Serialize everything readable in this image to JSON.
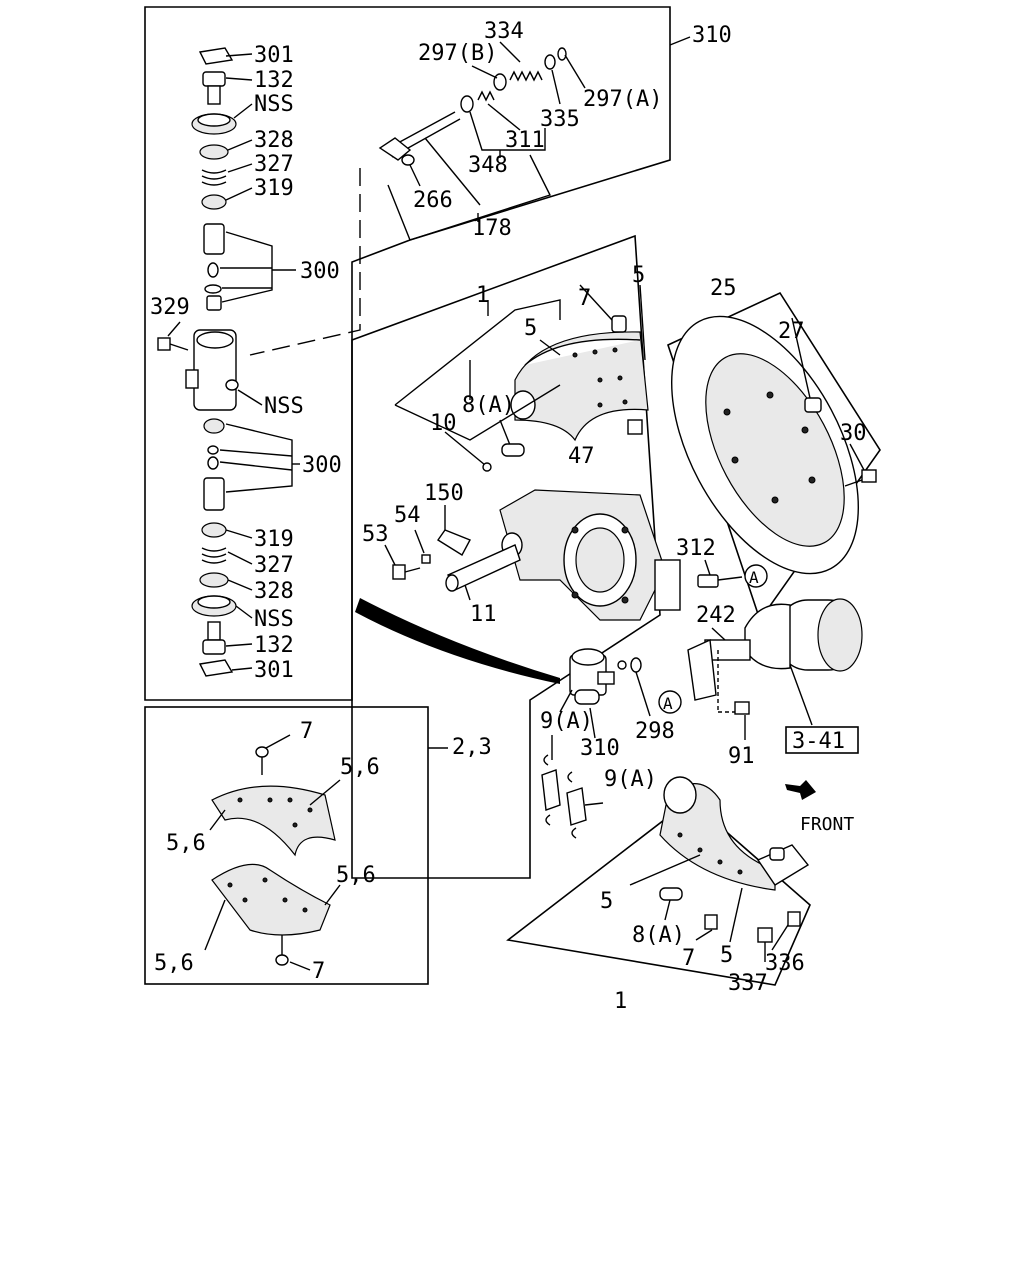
{
  "callouts": {
    "c310_top": "310",
    "c334": "334",
    "c297b": "297(B)",
    "c297a": "297(A)",
    "c335": "335",
    "c311": "311",
    "c348": "348",
    "c266": "266",
    "c178": "178",
    "c301_top": "301",
    "c132_top": "132",
    "nss_1": "NSS",
    "c328_top": "328",
    "c327_top": "327",
    "c319_top": "319",
    "c300_top": "300",
    "c329": "329",
    "nss_2": "NSS",
    "c300_bot": "300",
    "c319_bot": "319",
    "c327_bot": "327",
    "c328_bot": "328",
    "nss_3": "NSS",
    "c132_bot": "132",
    "c301_bot": "301",
    "c1_top": "1",
    "c7_top": "7",
    "c5_a": "5",
    "c5_b": "5",
    "c8a_top": "8(A)",
    "c10": "10",
    "c25": "25",
    "c27": "27",
    "c30": "30",
    "c47": "47",
    "c150": "150",
    "c54": "54",
    "c53": "53",
    "c11": "11",
    "c312": "312",
    "circ_a1": "A",
    "c242": "242",
    "circ_a2": "A",
    "c91": "91",
    "ref_341": "3-41",
    "c9a_1": "9(A)",
    "c310_mid": "310",
    "c298": "298",
    "c9a_2": "9(A)",
    "front": "FRONT",
    "c23": "2,3",
    "c7_b": "7",
    "c56_a": "5,6",
    "c56_b": "5,6",
    "c56_c": "5,6",
    "c56_d": "5,6",
    "c7_c": "7",
    "c5_c": "5",
    "c8a_bot": "8(A)",
    "c7_d": "7",
    "c5_d": "5",
    "c336": "336",
    "c337": "337",
    "c1_bot": "1"
  },
  "icons": [
    "front-arrow-icon",
    "circled-a-icon"
  ]
}
